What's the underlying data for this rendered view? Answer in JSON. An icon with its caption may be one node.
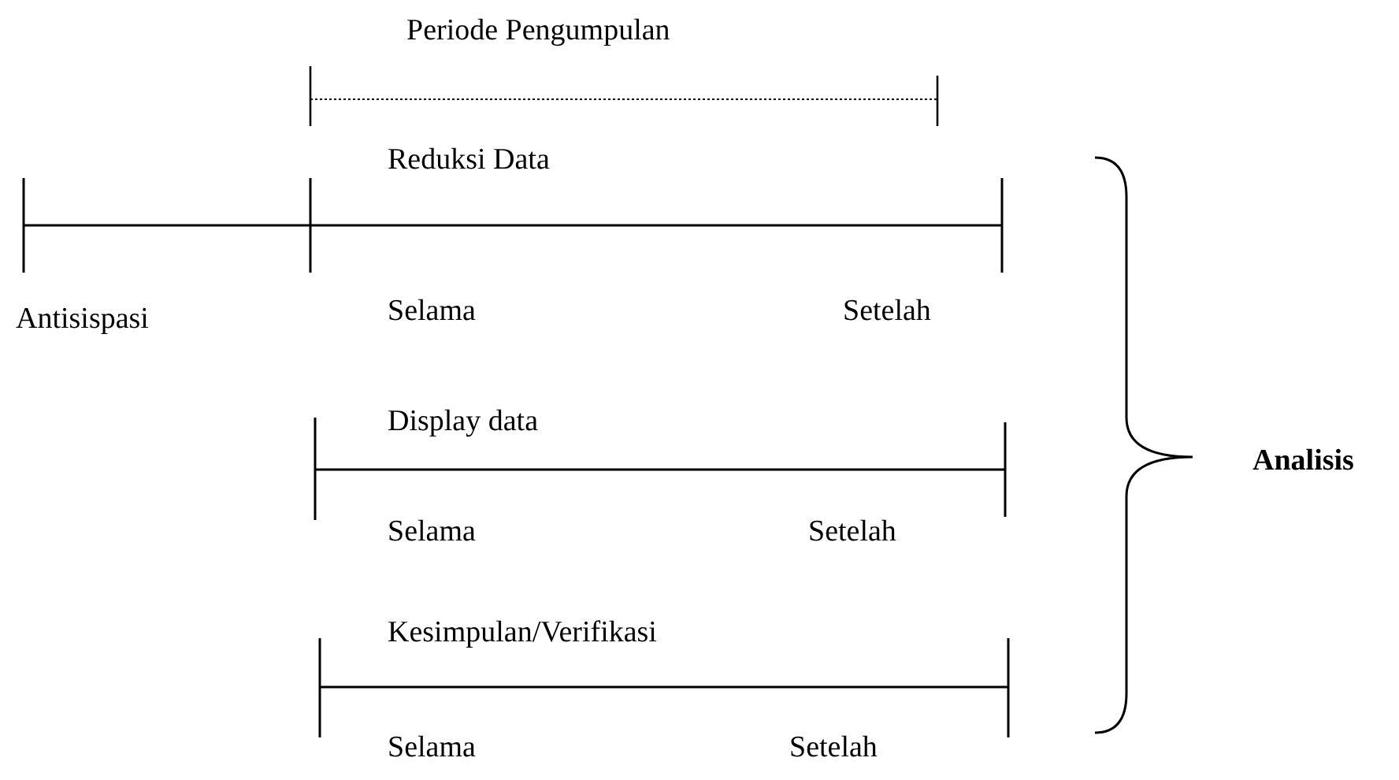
{
  "diagram": {
    "labels": [
      "Periode Pengumpulan",
      "Reduksi Data",
      "Antisispasi",
      "Selama",
      "Setelah",
      "Display data",
      "Analisis",
      "Selama",
      "Setelah",
      "Kesimpulan/Verifikasi",
      "Selama",
      "Setelah"
    ]
  }
}
